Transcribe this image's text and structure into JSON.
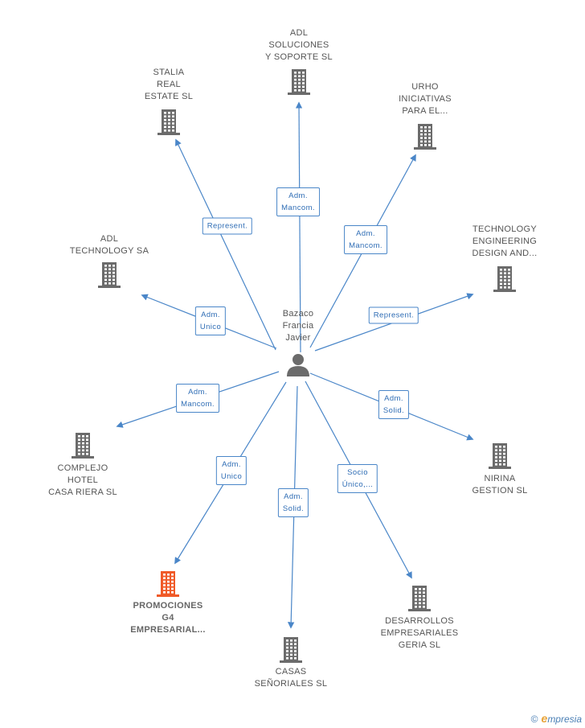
{
  "center": {
    "name_lines": [
      "Bazaco",
      "Francia",
      "Javier"
    ],
    "icon": "person-icon"
  },
  "companies": [
    {
      "id": "adl-soluciones",
      "lines": [
        "ADL",
        "SOLUCIONES",
        "Y SOPORTE SL"
      ],
      "icon": "building-icon"
    },
    {
      "id": "stalia-real-estate",
      "lines": [
        "STALIA",
        "REAL",
        "ESTATE SL"
      ],
      "icon": "building-icon"
    },
    {
      "id": "urho-iniciativas",
      "lines": [
        "URHO",
        "INICIATIVAS",
        "PARA EL..."
      ],
      "icon": "building-icon"
    },
    {
      "id": "technology-engineering",
      "lines": [
        "TECHNOLOGY",
        "ENGINEERING",
        "DESIGN AND..."
      ],
      "icon": "building-icon"
    },
    {
      "id": "adl-technology",
      "lines": [
        "ADL",
        "TECHNOLOGY SA"
      ],
      "icon": "building-icon"
    },
    {
      "id": "complejo-hotel",
      "lines": [
        "COMPLEJO",
        "HOTEL",
        "CASA RIERA SL"
      ],
      "icon": "building-icon"
    },
    {
      "id": "nirina-gestion",
      "lines": [
        "NIRINA",
        "GESTION SL"
      ],
      "icon": "building-icon"
    },
    {
      "id": "promociones-g4",
      "lines": [
        "PROMOCIONES",
        "G4",
        "EMPRESARIAL..."
      ],
      "icon": "building-icon",
      "highlight": true
    },
    {
      "id": "casas-senoriales",
      "lines": [
        "CASAS",
        "SEÑORIALES SL"
      ],
      "icon": "building-icon"
    },
    {
      "id": "desarrollos-empresariales",
      "lines": [
        "DESARROLLOS",
        "EMPRESARIALES",
        "GERIA SL"
      ],
      "icon": "building-icon"
    }
  ],
  "relations": [
    {
      "target": "adl-soluciones",
      "lines": [
        "Adm.",
        "Mancom."
      ]
    },
    {
      "target": "stalia-real-estate",
      "lines": [
        "Represent."
      ]
    },
    {
      "target": "urho-iniciativas",
      "lines": [
        "Adm.",
        "Mancom."
      ]
    },
    {
      "target": "technology-engineering",
      "lines": [
        "Represent."
      ]
    },
    {
      "target": "adl-technology",
      "lines": [
        "Adm.",
        "Unico"
      ]
    },
    {
      "target": "complejo-hotel",
      "lines": [
        "Adm.",
        "Mancom."
      ]
    },
    {
      "target": "nirina-gestion",
      "lines": [
        "Adm.",
        "Solid."
      ]
    },
    {
      "target": "promociones-g4",
      "lines": [
        "Adm.",
        "Unico"
      ]
    },
    {
      "target": "casas-senoriales",
      "lines": [
        "Adm.",
        "Solid."
      ]
    },
    {
      "target": "desarrollos-empresariales",
      "lines": [
        "Socio",
        "Único,..."
      ]
    }
  ],
  "colors": {
    "edge": "#4a86c8",
    "icon": "#6b6b6b",
    "highlight_icon": "#f05a28"
  },
  "watermark": {
    "symbol": "©",
    "brand_initial": "e",
    "brand_rest": "mpresia"
  }
}
